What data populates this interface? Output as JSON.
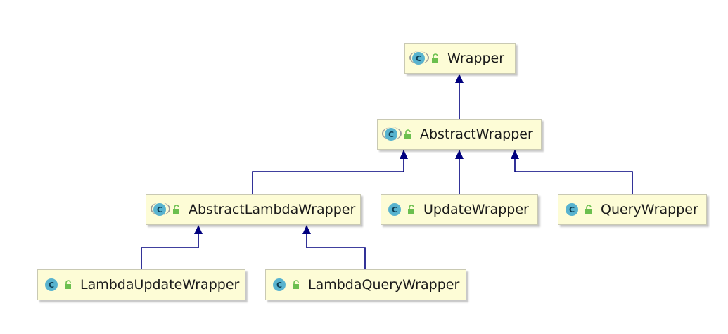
{
  "diagram": {
    "edge_color": "#00007f",
    "node_fill": "#fdfcd6",
    "nodes": [
      {
        "id": "wrapper",
        "label": "Wrapper",
        "kind": "abstract-class"
      },
      {
        "id": "abstract-wrapper",
        "label": "AbstractWrapper",
        "kind": "abstract-class"
      },
      {
        "id": "abstract-lambda-wrapper",
        "label": "AbstractLambdaWrapper",
        "kind": "abstract-class"
      },
      {
        "id": "update-wrapper",
        "label": "UpdateWrapper",
        "kind": "class"
      },
      {
        "id": "query-wrapper",
        "label": "QueryWrapper",
        "kind": "class"
      },
      {
        "id": "lambda-update-wrapper",
        "label": "LambdaUpdateWrapper",
        "kind": "class"
      },
      {
        "id": "lambda-query-wrapper",
        "label": "LambdaQueryWrapper",
        "kind": "class"
      }
    ],
    "edges": [
      {
        "from": "abstract-wrapper",
        "to": "wrapper"
      },
      {
        "from": "abstract-lambda-wrapper",
        "to": "abstract-wrapper"
      },
      {
        "from": "update-wrapper",
        "to": "abstract-wrapper"
      },
      {
        "from": "query-wrapper",
        "to": "abstract-wrapper"
      },
      {
        "from": "lambda-update-wrapper",
        "to": "abstract-lambda-wrapper"
      },
      {
        "from": "lambda-query-wrapper",
        "to": "abstract-lambda-wrapper"
      }
    ],
    "icons": {
      "class_icon": "class-c-icon",
      "visibility_icon": "public-lock-icon"
    }
  }
}
